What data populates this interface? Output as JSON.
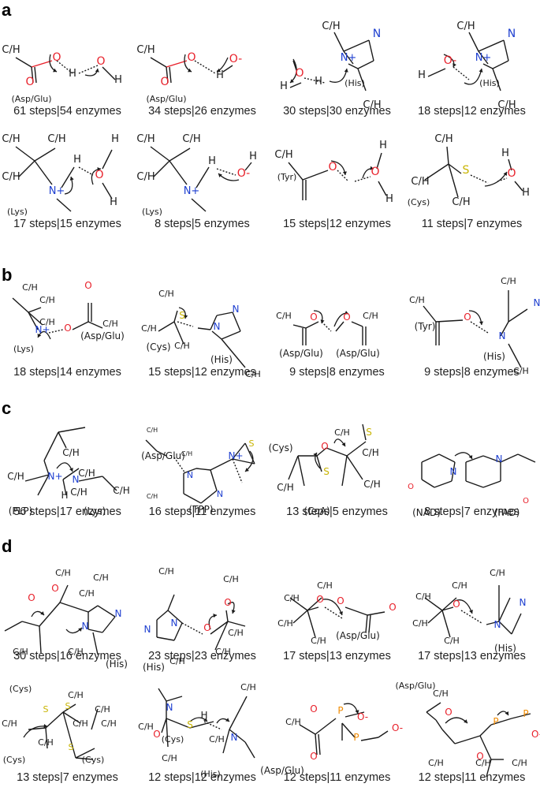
{
  "panels": [
    {
      "label": "a",
      "rows": [
        [
          {
            "caption": "61 steps|54 enzymes",
            "kind": "carboxyl_water",
            "texts": [
              "C/H",
              "(Asp/Glu)",
              "O",
              "O",
              "O",
              "H",
              "H"
            ]
          },
          {
            "caption": "34 steps|26 enzymes",
            "kind": "carboxyl_hydroxide",
            "texts": [
              "C/H",
              "(Asp/Glu)",
              "O",
              "O",
              "O-",
              "H"
            ]
          },
          {
            "caption": "30 steps|30 enzymes",
            "kind": "water_his",
            "texts": [
              "C/H",
              "C/H",
              "(His)",
              "N",
              "N+",
              "O",
              "H",
              "H"
            ]
          },
          {
            "caption": "18 steps|12 enzymes",
            "kind": "hydroxide_his",
            "texts": [
              "C/H",
              "C/H",
              "(His)",
              "N",
              "N+",
              "O-",
              "H"
            ]
          }
        ],
        [
          {
            "caption": "17 steps|15 enzymes",
            "kind": "lys_water",
            "texts": [
              "C/H",
              "C/H",
              "C/H",
              "(Lys)",
              "N+",
              "H",
              "O",
              "H",
              "H"
            ]
          },
          {
            "caption": "8 steps|5 enzymes",
            "kind": "lys_hydroxide",
            "texts": [
              "C/H",
              "C/H",
              "C/H",
              "(Lys)",
              "N+",
              "H",
              "O-",
              "H"
            ]
          },
          {
            "caption": "15 steps|12 enzymes",
            "kind": "tyr_water",
            "texts": [
              "C/H",
              "(Tyr)",
              "O",
              "O",
              "H",
              "H"
            ]
          },
          {
            "caption": "11 steps|7 enzymes",
            "kind": "cys_water",
            "texts": [
              "C/H",
              "C/H",
              "C/H",
              "(Cys)",
              "S",
              "O",
              "H",
              "H"
            ]
          }
        ]
      ]
    },
    {
      "label": "b",
      "rows": [
        [
          {
            "caption": "18 steps|14 enzymes",
            "kind": "lys_carboxyl",
            "texts": [
              "C/H",
              "C/H",
              "C/H",
              "(Lys)",
              "(Asp/Glu)",
              "C/H",
              "N+",
              "O",
              "O"
            ]
          },
          {
            "caption": "15 steps|12 enzymes",
            "kind": "cys_his",
            "texts": [
              "C/H",
              "C/H",
              "C/H",
              "(Cys)",
              "(His)",
              "C/H",
              "S",
              "N",
              "N"
            ]
          },
          {
            "caption": "9 steps|8 enzymes",
            "kind": "carboxyl_carboxyl",
            "texts": [
              "C/H",
              "C/H",
              "(Asp/Glu)",
              "(Asp/Glu)",
              "O",
              "O"
            ]
          },
          {
            "caption": "9 steps|8 enzymes",
            "kind": "tyr_his",
            "texts": [
              "C/H",
              "(Tyr)",
              "(His)",
              "C/H",
              "C/H",
              "O",
              "N",
              "N"
            ]
          }
        ]
      ]
    },
    {
      "label": "c",
      "rows": [
        [
          {
            "caption": "56 steps|17 enzymes",
            "kind": "plp_lys",
            "texts": [
              "C/H",
              "C/H",
              "C/H",
              "C/H",
              "C/H",
              "(PLP)",
              "(Lys)",
              "N+",
              "N",
              "H"
            ]
          },
          {
            "caption": "16 steps|11 enzymes",
            "kind": "tpp",
            "texts": [
              "C/H",
              "(Asp/Glu)",
              "(TPP)",
              "C/H",
              "C/H",
              "N",
              "N",
              "N+",
              "S"
            ]
          },
          {
            "caption": "13 steps|5 enzymes",
            "kind": "coa",
            "texts": [
              "C/H",
              "C/H",
              "C/H",
              "C/H",
              "(Cys)",
              "(CoA)",
              "S",
              "S",
              "O"
            ]
          },
          {
            "caption": "8 steps|7 enzymes",
            "kind": "nad_fad",
            "texts": [
              "(NAD)",
              "(FAD)",
              "N",
              "N",
              "O",
              "O"
            ]
          }
        ]
      ]
    },
    {
      "label": "d",
      "rows": [
        [
          {
            "caption": "30 steps|16 enzymes",
            "kind": "ester_his",
            "texts": [
              "C/H",
              "C/H",
              "C/H",
              "C/H",
              "C/H",
              "(His)",
              "O",
              "O",
              "N",
              "N"
            ]
          },
          {
            "caption": "23 steps|23 enzymes",
            "kind": "his_ester",
            "texts": [
              "C/H",
              "C/H",
              "C/H",
              "C/H",
              "C/H",
              "(His)",
              "N",
              "N",
              "O",
              "O"
            ]
          },
          {
            "caption": "17 steps|13 enzymes",
            "kind": "alkoxide_carboxyl",
            "texts": [
              "C/H",
              "C/H",
              "C/H",
              "C/H",
              "(Asp/Glu)",
              "O",
              "O",
              "O"
            ]
          },
          {
            "caption": "17 steps|13 enzymes",
            "kind": "alkoxide_his",
            "texts": [
              "C/H",
              "C/H",
              "C/H",
              "C/H",
              "C/H",
              "(His)",
              "O",
              "N",
              "N"
            ]
          }
        ],
        [
          {
            "caption": "13 steps|7 enzymes",
            "kind": "disulfide",
            "texts": [
              "(Cys)",
              "(Cys)",
              "(Cys)",
              "C/H",
              "C/H",
              "C/H",
              "C/H",
              "C/H",
              "C/H",
              "S",
              "S",
              "S"
            ]
          },
          {
            "caption": "12 steps|12 enzymes",
            "kind": "cys_amide_his",
            "texts": [
              "C/H",
              "C/H",
              "C/H",
              "C/H",
              "(Cys)",
              "(His)",
              "N",
              "N",
              "O",
              "S",
              "H"
            ]
          },
          {
            "caption": "12 steps|11 enzymes",
            "kind": "phosphate",
            "texts": [
              "C/H",
              "(Asp/Glu)",
              "O",
              "O",
              "P",
              "P",
              "O-",
              "O-"
            ]
          },
          {
            "caption": "12 steps|11 enzymes",
            "kind": "phosphate_alkyl",
            "texts": [
              "C/H",
              "(Asp/Glu)",
              "C/H",
              "C/H",
              "C/H",
              "O",
              "O",
              "P",
              "P",
              "O-"
            ]
          }
        ]
      ]
    }
  ],
  "colors": {
    "bond": "#1a1a1a",
    "oxygen": "#e8202a",
    "nitrogen": "#1e3fd0",
    "sulfur": "#c8b400",
    "phosphorus": "#f08a00",
    "caption": "#222222"
  }
}
